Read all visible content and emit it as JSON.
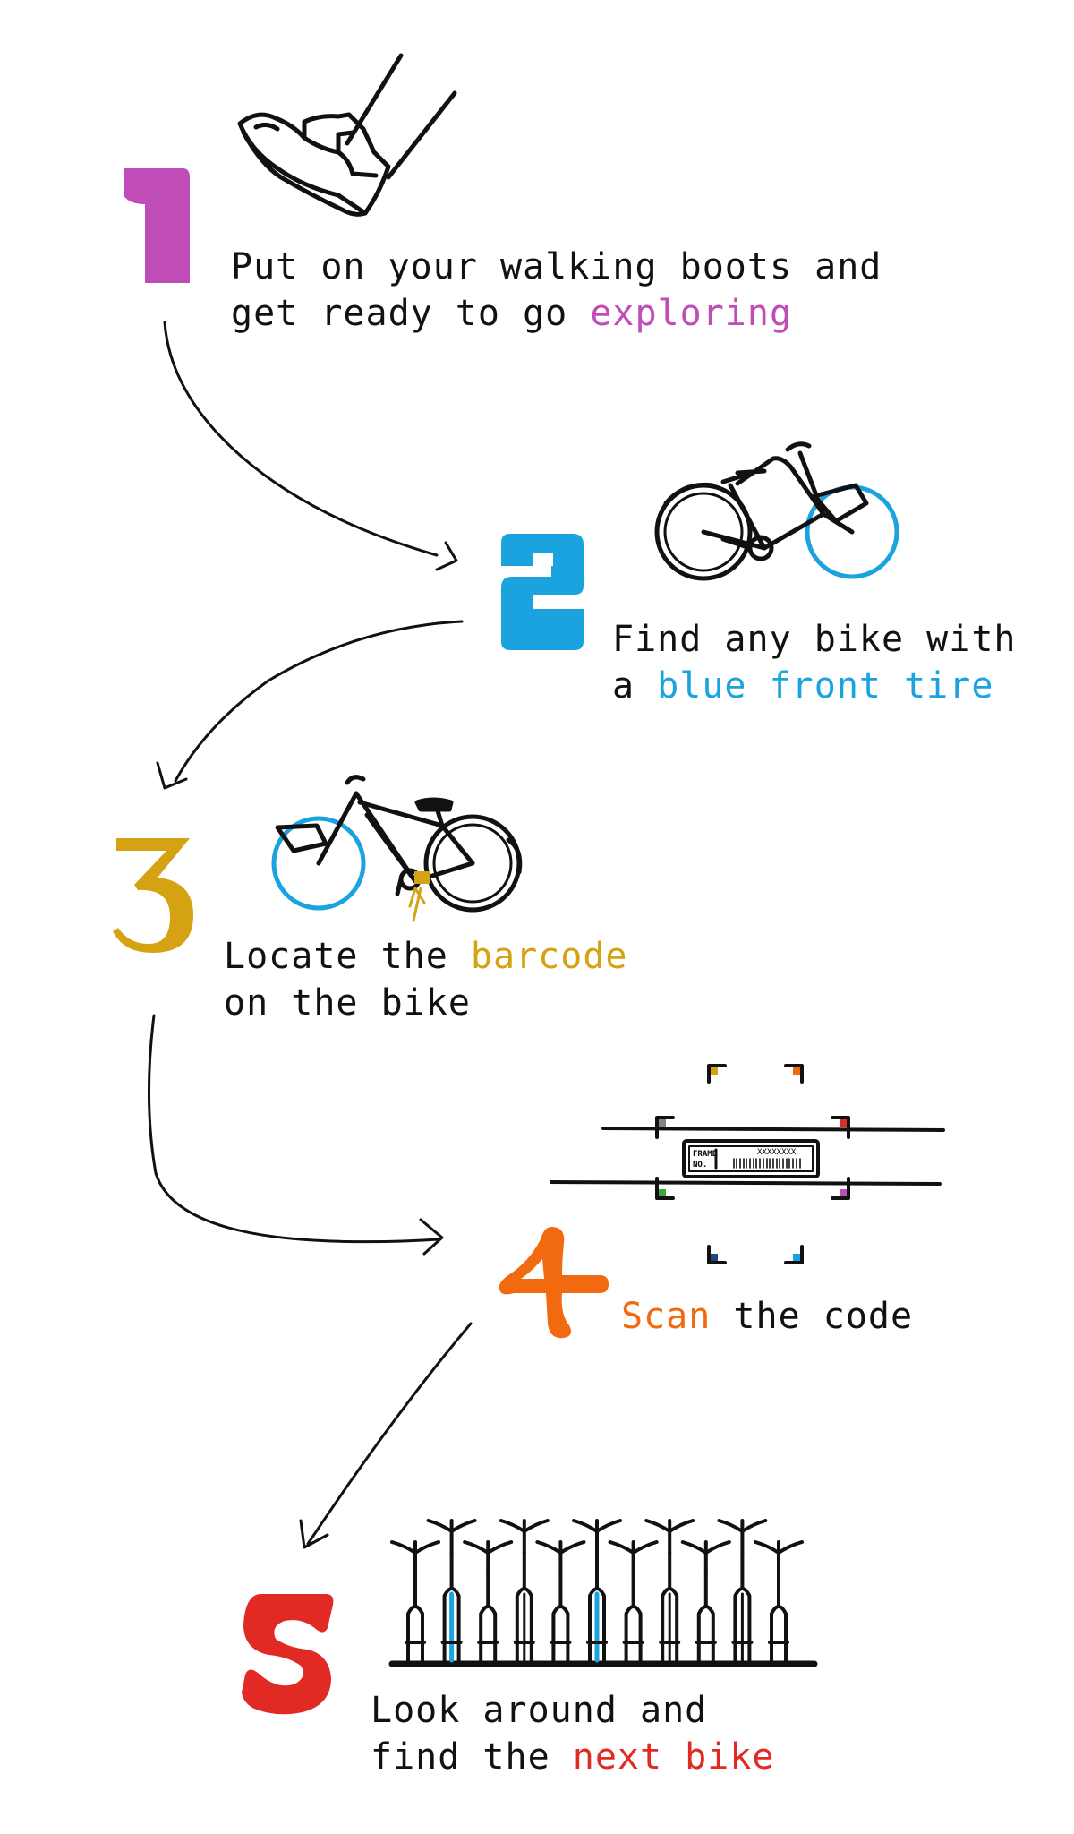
{
  "colors": {
    "step1": "#c04cb8",
    "step2": "#1aa3df",
    "step3": "#d4a212",
    "step4": "#f26a0f",
    "step5": "#e22a24",
    "ink": "#111111"
  },
  "steps": [
    {
      "number_icon": "number-1-icon",
      "illustration": "walking-boot-icon",
      "line1_prefix": "Put on your walking boots and",
      "line2_prefix": "get ready to go ",
      "highlight": "exploring",
      "line2_suffix": ""
    },
    {
      "number_icon": "number-2-icon",
      "illustration": "bike-blue-front-tire-icon",
      "line1_prefix": "Find any bike with",
      "line2_prefix": "a ",
      "highlight": "blue front tire",
      "line2_suffix": ""
    },
    {
      "number_icon": "number-3-icon",
      "illustration": "bike-barcode-location-icon",
      "line1_prefix": "Locate the ",
      "line1_highlight": "barcode",
      "line2_prefix": "on the bike"
    },
    {
      "number_icon": "number-4-icon",
      "illustration": "barcode-scan-frame-icon",
      "highlight": "Scan",
      "suffix": " the code",
      "barcode_label_frame": "FRAME",
      "barcode_label_no": "NO.",
      "barcode_number": "XXXXXXXX"
    },
    {
      "number_icon": "number-5-icon",
      "illustration": "bike-rack-icon",
      "line1_prefix": "Look around and",
      "line2_prefix": "find the ",
      "highlight": "next bike"
    }
  ]
}
